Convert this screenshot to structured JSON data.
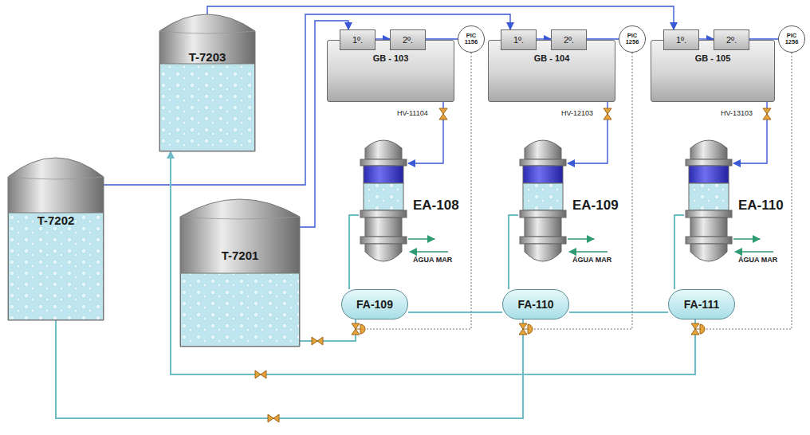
{
  "diagram": {
    "nodes": [
      {
        "text": [
          "T-7203"
        ]
      },
      {
        "text": [
          "GB - 103"
        ]
      },
      {
        "text": [
          "1º."
        ],
        "in": 1
      },
      {
        "text": [
          "2º."
        ],
        "in": 1
      },
      {
        "text": [
          "PIC 1156"
        ]
      },
      {
        "text": [
          "GB - 104"
        ]
      },
      {
        "text": [
          "1º."
        ],
        "in": 5
      },
      {
        "text": [
          "2º."
        ],
        "in": 5
      },
      {
        "text": [
          "PIC 1256"
        ]
      },
      {
        "text": [
          "GB - 105"
        ]
      },
      {
        "text": [
          "1º."
        ],
        "in": 9
      },
      {
        "text": [
          "2º."
        ],
        "in": 9
      },
      {
        "text": [
          "PIC 1256"
        ]
      },
      {
        "text": [
          "T-7202"
        ]
      },
      {
        "text": [
          "EA-108"
        ]
      },
      {
        "text": [
          "EA-109"
        ]
      },
      {
        "text": [
          "EA-110"
        ]
      },
      {
        "text": [
          "T-7201"
        ]
      },
      {
        "text": [
          "FA-109"
        ]
      },
      {
        "text": [
          "FA-110"
        ]
      },
      {
        "text": [
          "FA-111"
        ]
      }
    ],
    "edges": [
      {
        "from": 2,
        "to": 3,
        "arrow": "to"
      },
      {
        "from": 6,
        "to": 7,
        "arrow": "to"
      },
      {
        "from": 10,
        "to": 11,
        "arrow": "to"
      },
      {
        "from": 3,
        "to": 4,
        "arrow": "none"
      },
      {
        "from": 7,
        "to": 8,
        "arrow": "none"
      },
      {
        "from": 11,
        "to": 12,
        "arrow": "none"
      },
      {
        "from": 17,
        "to": 2,
        "arrow": "to"
      },
      {
        "from": 13,
        "to": 6,
        "arrow": "to"
      },
      {
        "from": 0,
        "to": 10,
        "arrow": "to"
      },
      {
        "from": 3,
        "to": 14,
        "arrow": "to"
      },
      {
        "from": 7,
        "to": 15,
        "arrow": "to"
      },
      {
        "from": 11,
        "to": 16,
        "arrow": "to"
      },
      {
        "from": 14,
        "to": 18,
        "arrow": "none"
      },
      {
        "from": 15,
        "to": 19,
        "arrow": "none"
      },
      {
        "from": 16,
        "to": 20,
        "arrow": "none"
      },
      {
        "from": 18,
        "to": 17,
        "arrow": "none"
      },
      {
        "from": 20,
        "to": 0,
        "arrow": "to"
      },
      {
        "from": 19,
        "to": 13,
        "arrow": "none"
      },
      {
        "from": 18,
        "to": 19,
        "arrow": "none"
      },
      {
        "from": 19,
        "to": 20,
        "arrow": "none"
      }
    ],
    "labels": [
      "HV-11104",
      "HV-12103",
      "HV-13103",
      "ÁGUA MAR",
      "ÁGUA MAR",
      "ÁGUA MAR"
    ]
  }
}
